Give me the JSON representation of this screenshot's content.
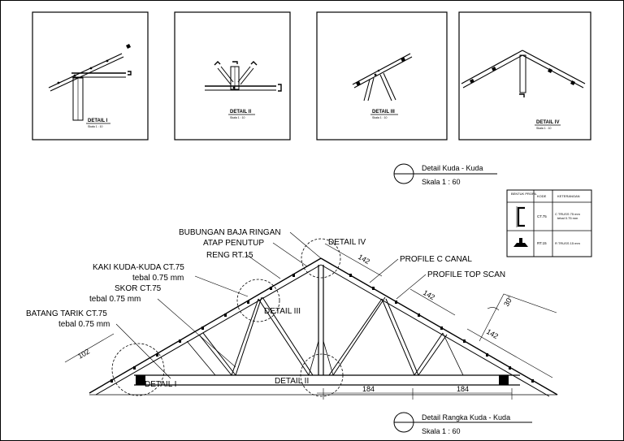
{
  "details": [
    {
      "label": "DETAIL I",
      "scale": "Skala 1 : 10"
    },
    {
      "label": "DETAIL II",
      "scale": "Skala 1 : 10"
    },
    {
      "label": "DETAIL III",
      "scale": "Skala 1 : 10"
    },
    {
      "label": "DETAIL IV",
      "scale": "Skala 1 : 10"
    }
  ],
  "titles": {
    "kuda_title": "Detail Kuda - Kuda",
    "kuda_scale": "Skala 1 : 60",
    "rangka_title": "Detail Rangka Kuda - Kuda",
    "rangka_scale": "Skala 1 : 60"
  },
  "legend": {
    "headers": [
      "BENTUK PROFIL",
      "KODE",
      "KETERANGAN"
    ],
    "rows": [
      {
        "code": "CT.75",
        "desc1": "C TRUSS 75 mm",
        "desc2": "tebal 0.75 mm"
      },
      {
        "code": "RT.15",
        "desc1": "R TRUSS 15 mm",
        "desc2": ""
      }
    ]
  },
  "callouts": {
    "bubungan": "BUBUNGAN BAJA RINGAN",
    "atap": "ATAP PENUTUP",
    "reng": "RENG RT.15",
    "kaki1": "KAKI KUDA-KUDA CT.75",
    "kaki2": "tebal 0.75 mm",
    "skor1": "SKOR CT.75",
    "skor2": "tebal 0.75 mm",
    "batang1": "BATANG TARIK CT.75",
    "batang2": "tebal 0.75 mm",
    "profile_c": "PROFILE C CANAL",
    "profile_top": "PROFILE TOP SCAN"
  },
  "truss_labels": {
    "d1": "DETAIL I",
    "d2": "DETAIL II",
    "d3": "DETAIL III",
    "d4": "DETAIL IV"
  },
  "dimensions": {
    "left_102": "102",
    "top_142": "142",
    "mid_142": "142",
    "low_142": "142",
    "bot_184a": "184",
    "bot_184b": "184",
    "angle": "30°"
  }
}
